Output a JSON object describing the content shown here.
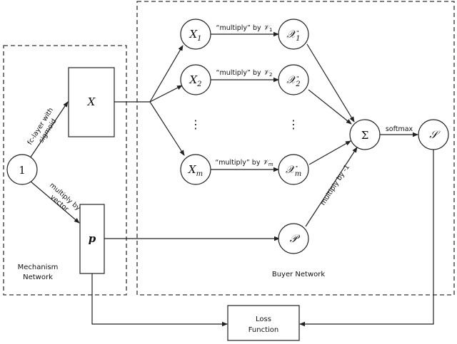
{
  "mechanism": {
    "title_line1": "Mechanism",
    "title_line2": "Network",
    "input_node": "1",
    "x_box": "X",
    "p_box": "p",
    "edge_fc_line1": "fc-layer with",
    "edge_fc_line2": "sigmoid",
    "edge_mult_line1": "multiply by",
    "edge_mult_line2": "vector"
  },
  "buyer": {
    "title": "Buyer Network",
    "x_nodes": [
      {
        "base": "X",
        "sub": "1"
      },
      {
        "base": "X",
        "sub": "2"
      },
      {
        "base": "X",
        "sub": "m"
      }
    ],
    "script_nodes": [
      {
        "base": "𝒳",
        "sub": "1"
      },
      {
        "base": "𝒳",
        "sub": "2"
      },
      {
        "base": "𝒳",
        "sub": "m"
      }
    ],
    "edge_labels": [
      {
        "text": "“multiply” by ",
        "v": "𝒱",
        "sub": "1"
      },
      {
        "text": "“multiply” by ",
        "v": "𝒱",
        "sub": "2"
      },
      {
        "text": "“multiply” by ",
        "v": "𝒱",
        "sub": "m"
      }
    ],
    "vdots": "⋮",
    "p_node": "𝒫",
    "sum_node": "Σ",
    "softmax_label": "softmax",
    "s_node": "𝒮",
    "multiply_neg_label": "multiply by -1"
  },
  "loss": {
    "line1": "Loss",
    "line2": "Function"
  }
}
